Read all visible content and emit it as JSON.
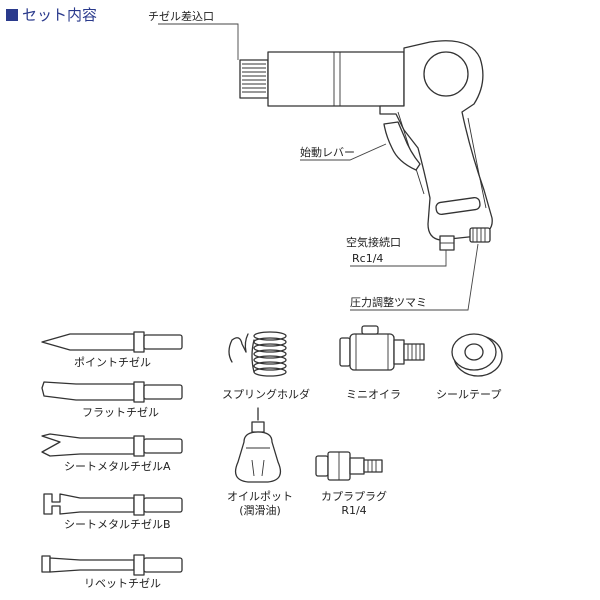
{
  "header": {
    "title": "セット内容"
  },
  "tool_labels": {
    "chisel_inlet": "チゼル差込口",
    "start_lever": "始動レバー",
    "air_inlet_line1": "空気接続口",
    "air_inlet_line2": "Rc1/4",
    "pressure_knob": "圧力調整ツマミ"
  },
  "accessories": {
    "point_chisel": "ポイントチゼル",
    "flat_chisel": "フラットチゼル",
    "sheet_metal_chisel_a": "シートメタルチゼルA",
    "sheet_metal_chisel_b": "シートメタルチゼルB",
    "rivet_chisel": "リベットチゼル",
    "spring_holder": "スプリングホルダ",
    "mini_oiler": "ミニオイラ",
    "seal_tape": "シールテープ",
    "oil_pot_line1": "オイルポット",
    "oil_pot_line2": "(潤滑油)",
    "coupler_plug_line1": "カプラプラグ",
    "coupler_plug_line2": "R1/4"
  }
}
